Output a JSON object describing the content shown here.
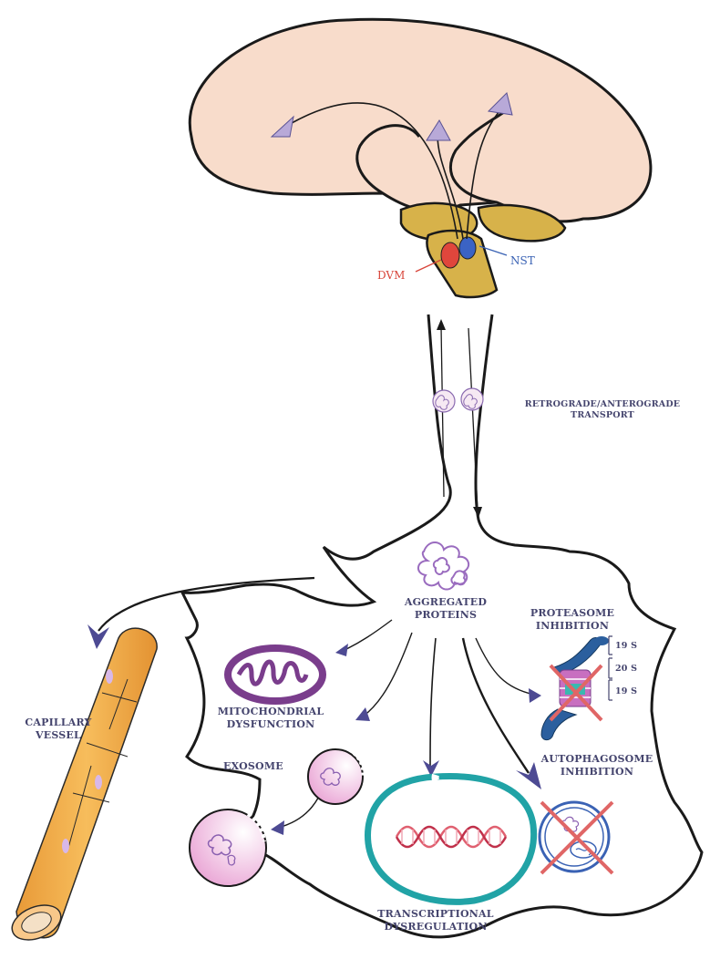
{
  "colors": {
    "brain_fill": "#f8dccb",
    "brainstem_fill": "#d7b24a",
    "dvm": "#e0463c",
    "nst": "#3b63c4",
    "label_text": "#45456e",
    "arrow_head": "#5a5294",
    "protein_outline": "#9a6cbf",
    "vessel": "#f2a844",
    "nucleus_ring": "#21a3a6",
    "cross": "#e06666"
  },
  "labels": {
    "dvm": "DVM",
    "nst": "NST",
    "transport": "RETROGRADE/ANTEROGRADE\nTRANSPORT",
    "aggregated": "AGGREGATED\nPROTEINS",
    "proteasome": "PROTEASOME\nINHIBITION",
    "p19a": "19 S",
    "p20": "20 S",
    "p19b": "19 S",
    "capillary": "CAPILLARY\nVESSEL",
    "mito": "MITOCHONDRIAL\nDYSFUNCTION",
    "exosome": "EXOSOME",
    "autophagosome": "AUTOPHAGOSOME\nINHIBITION",
    "transcription": "TRANSCRIPTIONAL\nDYSREGULATION"
  },
  "icons": [
    "brain",
    "brainstem",
    "protein-aggregate",
    "mitochondrion",
    "exosome-vesicle",
    "blood-vessel",
    "proteasome",
    "dna-helix",
    "autophagosome"
  ]
}
